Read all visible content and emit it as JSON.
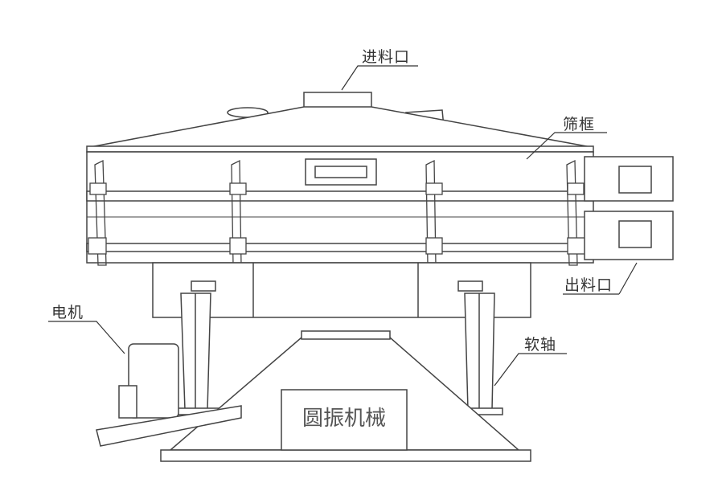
{
  "labels": {
    "inlet": "进料口",
    "screen_frame": "筛框",
    "outlet": "出料口",
    "soft_shaft": "软轴",
    "motor": "电机"
  },
  "watermark": "圆振机械"
}
